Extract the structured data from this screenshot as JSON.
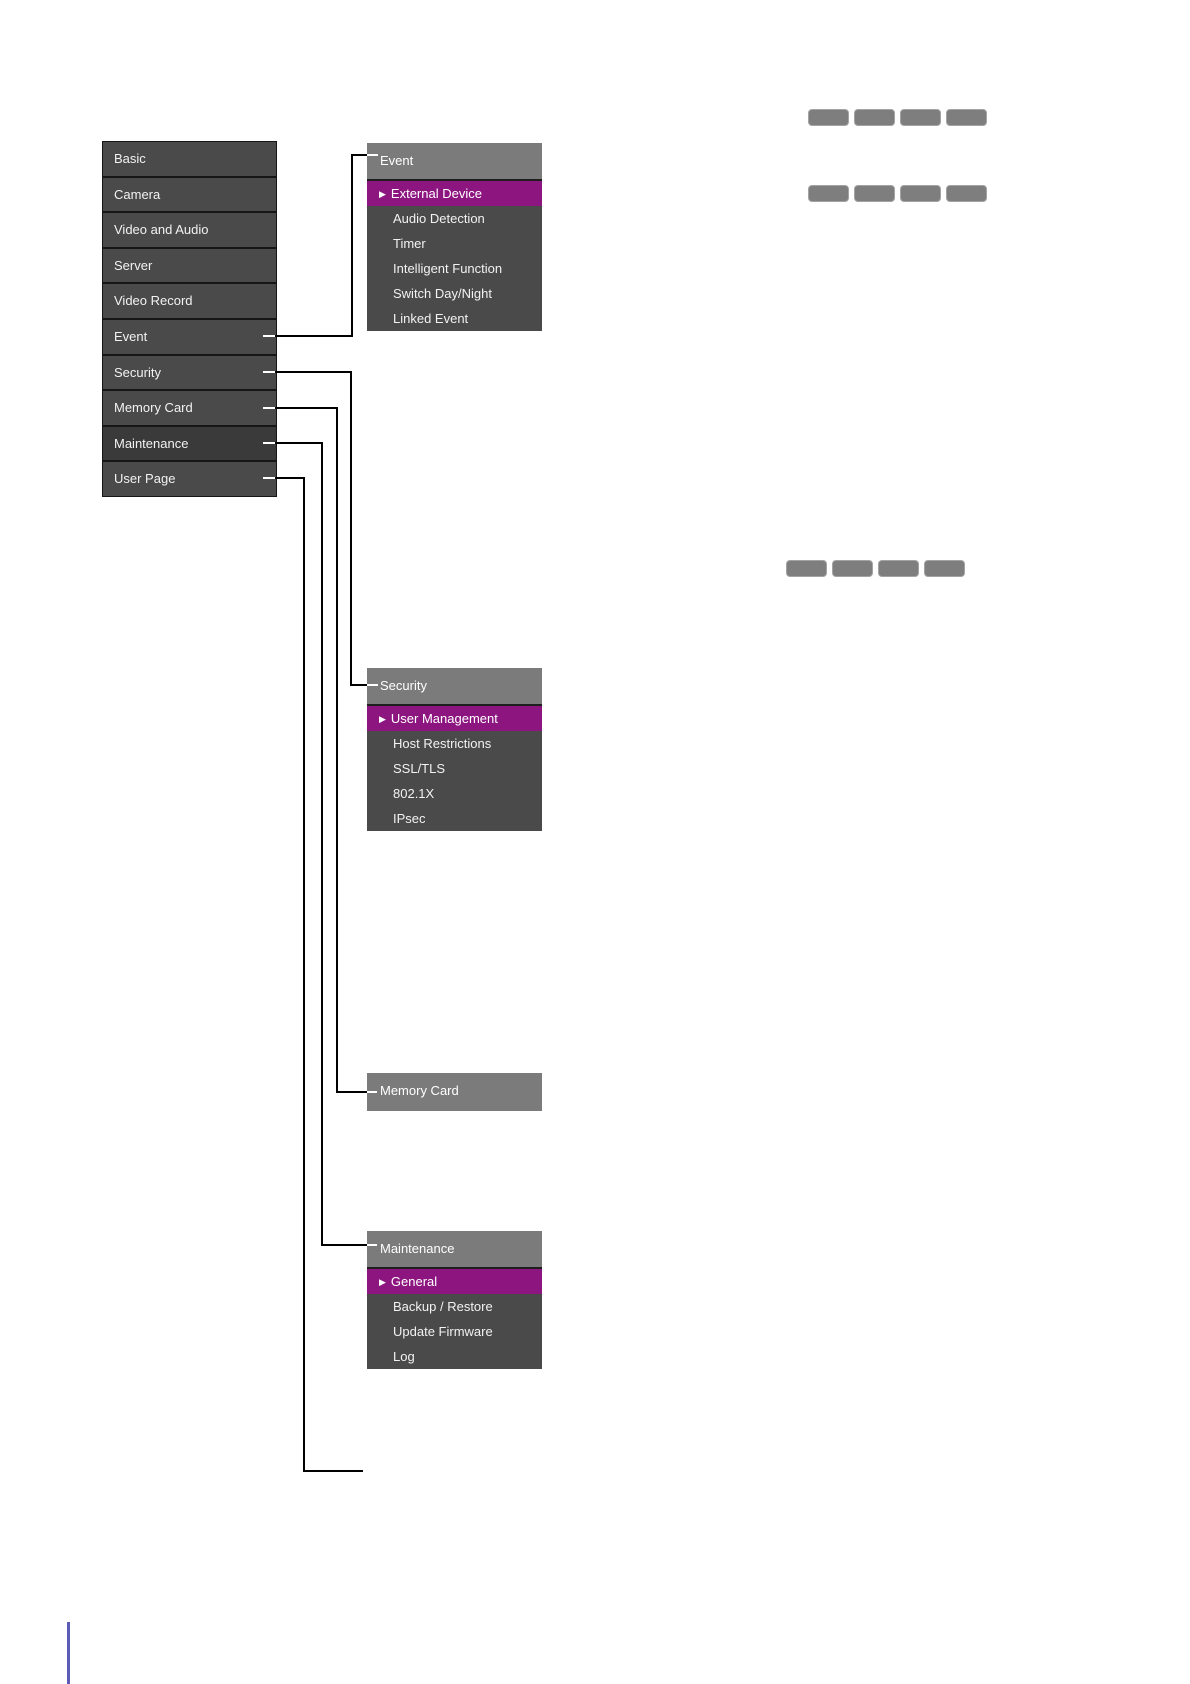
{
  "page": {
    "background": "#ffffff",
    "footer_accent_color": "#5c5cb8"
  },
  "colors": {
    "menu_bg": "#4a4a4a",
    "menu_bg_dark": "#3a3a3a",
    "panel_header_bg": "#7b7b7b",
    "highlight_bg": "#8d1580",
    "text": "#f2f2f2",
    "separator": "#161616",
    "connector": "#000000",
    "placeholder_button_bg": "#7e7e7e"
  },
  "icons": {
    "selected_arrow": "▶"
  },
  "main_menu": {
    "items": [
      {
        "label": "Basic"
      },
      {
        "label": "Camera"
      },
      {
        "label": "Video and Audio"
      },
      {
        "label": "Server"
      },
      {
        "label": "Video Record"
      },
      {
        "label": "Event"
      },
      {
        "label": "Security"
      },
      {
        "label": "Memory Card"
      },
      {
        "label": "Maintenance"
      },
      {
        "label": "User Page"
      }
    ]
  },
  "submenus": {
    "event": {
      "title": "Event",
      "items": [
        {
          "label": "External Device",
          "selected": true
        },
        {
          "label": "Audio Detection"
        },
        {
          "label": "Timer"
        },
        {
          "label": "Intelligent Function"
        },
        {
          "label": "Switch Day/Night"
        },
        {
          "label": "Linked Event"
        }
      ]
    },
    "security": {
      "title": "Security",
      "items": [
        {
          "label": "User Management",
          "selected": true
        },
        {
          "label": "Host Restrictions"
        },
        {
          "label": "SSL/TLS"
        },
        {
          "label": "802.1X"
        },
        {
          "label": "IPsec"
        }
      ]
    },
    "memory_card": {
      "title": "Memory Card",
      "items": []
    },
    "maintenance": {
      "title": "Maintenance",
      "items": [
        {
          "label": "General",
          "selected": true
        },
        {
          "label": "Backup / Restore"
        },
        {
          "label": "Update Firmware"
        },
        {
          "label": "Log"
        }
      ]
    }
  },
  "placeholder_buttons": {
    "row_count": 3,
    "buttons_per_row": 4
  }
}
